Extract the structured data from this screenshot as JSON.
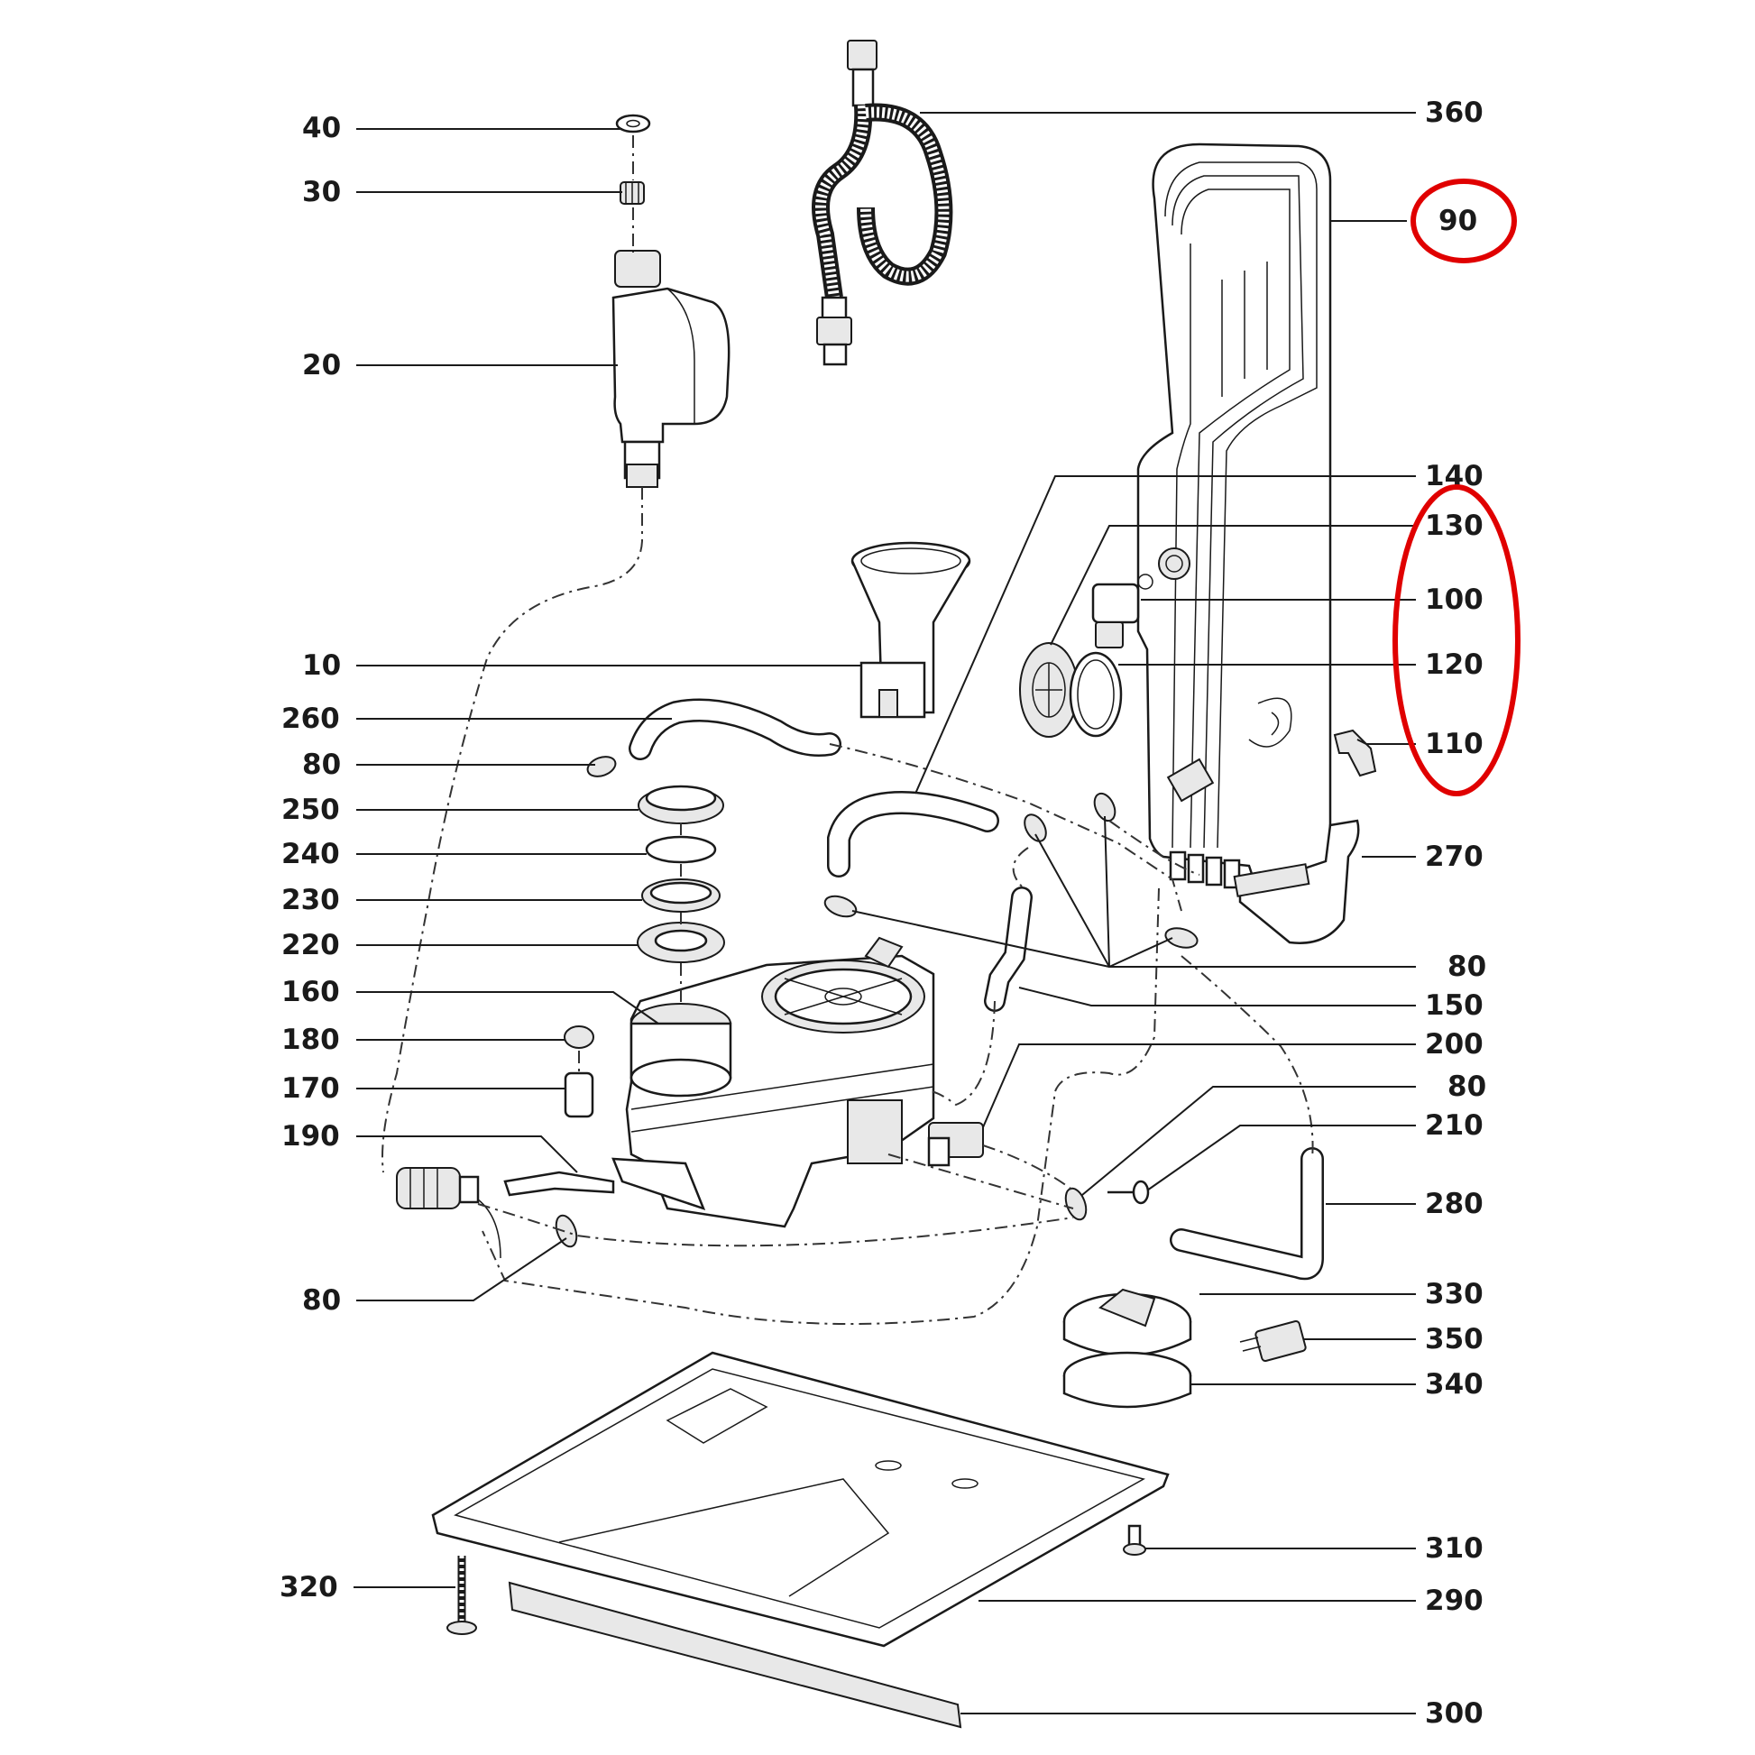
{
  "labels": {
    "l40": "40",
    "l30": "30",
    "l20": "20",
    "l10": "10",
    "l260": "260",
    "l80a": "80",
    "l250": "250",
    "l240": "240",
    "l230": "230",
    "l220": "220",
    "l160": "160",
    "l180": "180",
    "l170": "170",
    "l190": "190",
    "l80b": "80",
    "l320": "320",
    "l360": "360",
    "l90": "90",
    "l140": "140",
    "l130": "130",
    "l100": "100",
    "l120": "120",
    "l110": "110",
    "l270": "270",
    "l80c": "80",
    "l150": "150",
    "l200": "200",
    "l80d": "80",
    "l210": "210",
    "l280": "280",
    "l330": "330",
    "l350": "350",
    "l340": "340",
    "l310": "310",
    "l290": "290",
    "l300": "300"
  },
  "highlights": {
    "color": "#e00000",
    "circled_labels": [
      "90",
      "130",
      "100",
      "120",
      "110"
    ]
  }
}
